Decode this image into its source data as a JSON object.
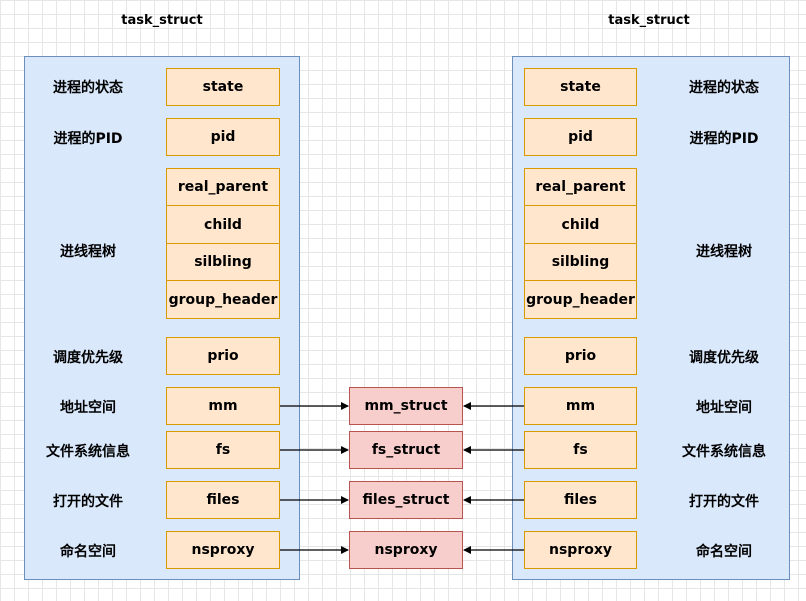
{
  "left": {
    "title": "task_struct",
    "labels": {
      "state": "进程的状态",
      "pid": "进程的PID",
      "tree": "进线程树",
      "prio": "调度优先级",
      "mm": "地址空间",
      "fs": "文件系统信息",
      "files": "打开的文件",
      "ns": "命名空间"
    },
    "fields": {
      "state": "state",
      "pid": "pid",
      "real_parent": "real_parent",
      "child": "child",
      "silbling": "silbling",
      "group_header": "group_header",
      "prio": "prio",
      "mm": "mm",
      "fs": "fs",
      "files": "files",
      "nsproxy": "nsproxy"
    }
  },
  "right": {
    "title": "task_struct",
    "labels": {
      "state": "进程的状态",
      "pid": "进程的PID",
      "tree": "进线程树",
      "prio": "调度优先级",
      "mm": "地址空间",
      "fs": "文件系统信息",
      "files": "打开的文件",
      "ns": "命名空间"
    },
    "fields": {
      "state": "state",
      "pid": "pid",
      "real_parent": "real_parent",
      "child": "child",
      "silbling": "silbling",
      "group_header": "group_header",
      "prio": "prio",
      "mm": "mm",
      "fs": "fs",
      "files": "files",
      "nsproxy": "nsproxy"
    }
  },
  "shared": {
    "mm_struct": "mm_struct",
    "fs_struct": "fs_struct",
    "files_struct": "files_struct",
    "nsproxy": "nsproxy"
  },
  "colors": {
    "panel_fill": "#dae8fc",
    "panel_stroke": "#6c8ebf",
    "field_fill": "#ffe6cc",
    "field_stroke": "#d79b00",
    "shared_fill": "#f8cecc",
    "shared_stroke": "#b85450"
  }
}
